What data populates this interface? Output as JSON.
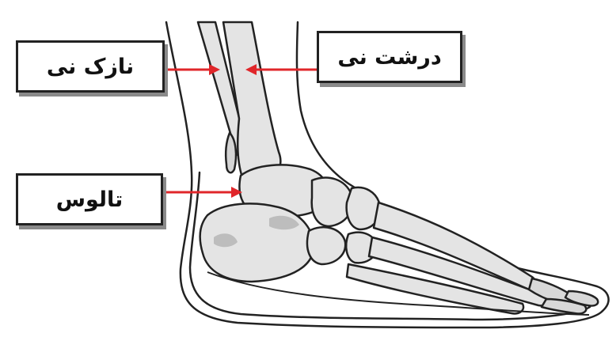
{
  "labels": {
    "fibula": "نازک نی",
    "tibia": "درشت نی",
    "talus": "تالوس"
  },
  "colors": {
    "arrow": "#e0262a",
    "outline": "#222222",
    "bone_fill": "#e4e4e4",
    "bone_shade": "#bdbdbd"
  }
}
